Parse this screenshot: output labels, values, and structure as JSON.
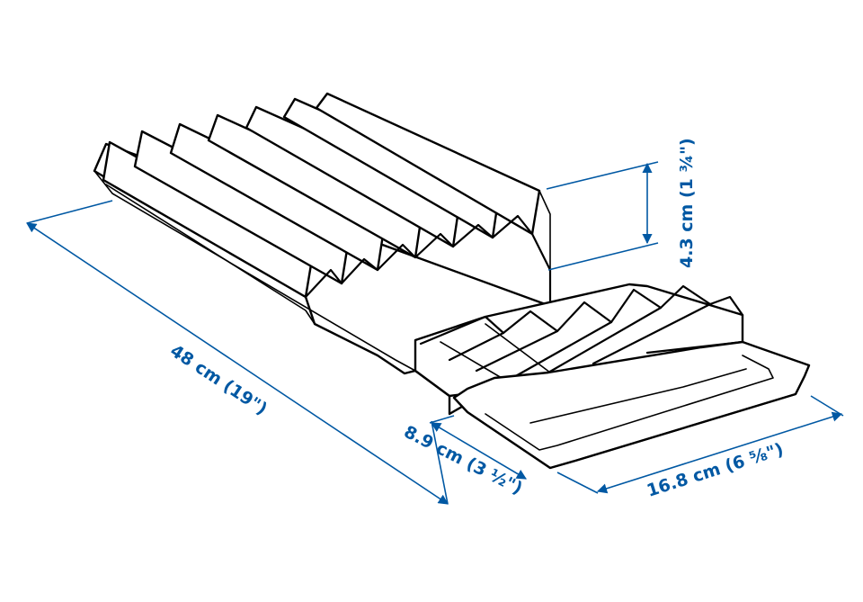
{
  "dimensions": {
    "length": "48 cm (19\")",
    "height": "4.3 cm (1 ¾\")",
    "tray_depth": "8.9 cm (3 ½\")",
    "tray_width": "16.8 cm (6 ⅝\")"
  },
  "colors": {
    "dimension": "#0058a3",
    "outline": "#000000",
    "background": "#ffffff"
  }
}
